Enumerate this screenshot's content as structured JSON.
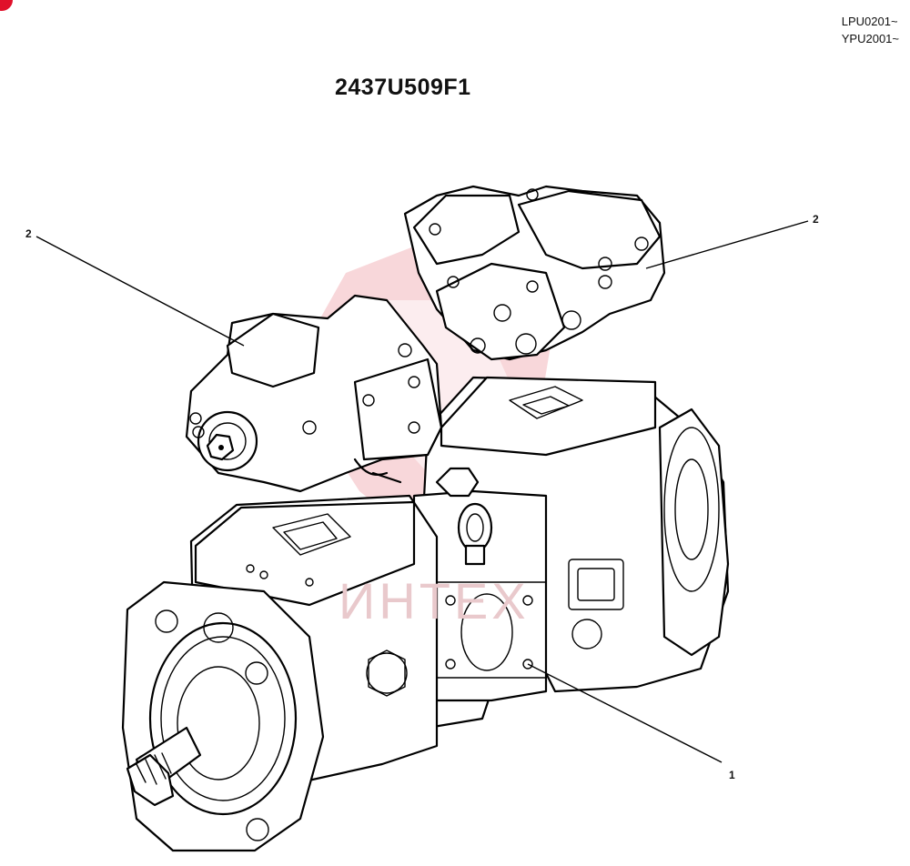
{
  "header": {
    "serial_lines": [
      "LPU0201~",
      "YPU2001~"
    ],
    "part_number": "2437U509F1"
  },
  "callouts": [
    {
      "label": "2"
    },
    {
      "label": "2"
    },
    {
      "label": "1"
    }
  ],
  "watermark": {
    "text": "ИНТЕХ",
    "color": "#f4b8bc"
  },
  "colors": {
    "brand_mark": "#e0102a",
    "line": "#000000"
  }
}
